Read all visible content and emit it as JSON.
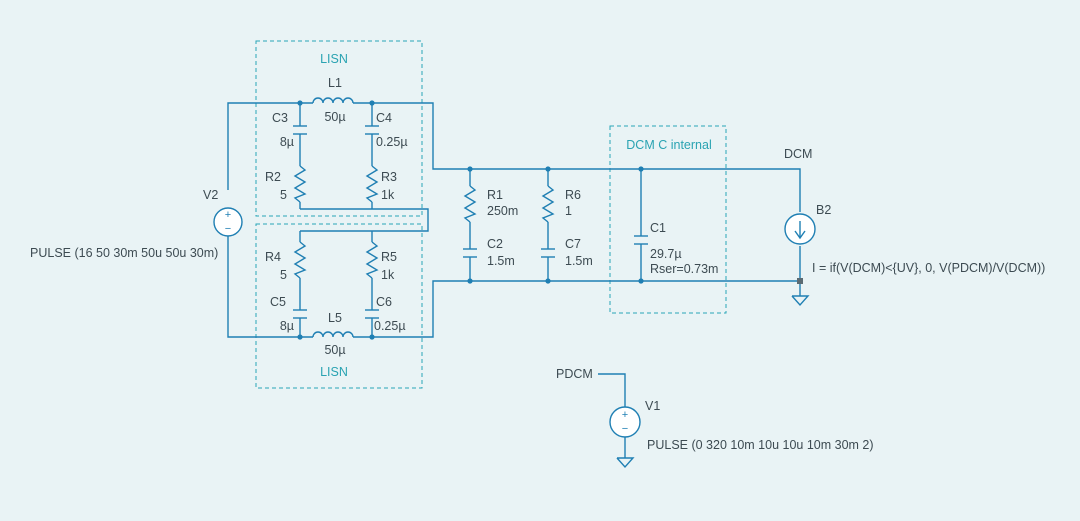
{
  "boxes": {
    "lisn_top": "LISN",
    "lisn_bottom": "LISN",
    "dcm_internal": "DCM C internal"
  },
  "components": {
    "L1": {
      "name": "L1",
      "value": "50µ"
    },
    "C3": {
      "name": "C3",
      "value": "8µ"
    },
    "C4": {
      "name": "C4",
      "value": "0.25µ"
    },
    "R2": {
      "name": "R2",
      "value": "5"
    },
    "R3": {
      "name": "R3",
      "value": "1k"
    },
    "R4": {
      "name": "R4",
      "value": "5"
    },
    "R5": {
      "name": "R5",
      "value": "1k"
    },
    "C5": {
      "name": "C5",
      "value": "8µ"
    },
    "C6": {
      "name": "C6",
      "value": "0.25µ"
    },
    "L5": {
      "name": "L5",
      "value": "50µ"
    },
    "R1": {
      "name": "R1",
      "value": "250m"
    },
    "C2": {
      "name": "C2",
      "value": "1.5m"
    },
    "R6": {
      "name": "R6",
      "value": "1"
    },
    "C7": {
      "name": "C7",
      "value": "1.5m"
    },
    "C1": {
      "name": "C1",
      "value": "29.7µ",
      "value2": "Rser=0.73m"
    },
    "V2": {
      "name": "V2",
      "value": "PULSE (16 50 30m 50u 50u 30m)"
    },
    "B2": {
      "name": "B2",
      "value": "I = if(V(DCM)<{UV}, 0, V(PDCM)/V(DCM))"
    },
    "V1": {
      "name": "V1",
      "value": "PULSE (0 320 10m 10u 10u 10m 30m 2)"
    }
  },
  "nets": {
    "dcm": "DCM",
    "pdcm": "PDCM"
  },
  "symbols": {
    "plus": "+",
    "minus": "−"
  },
  "colors": {
    "wire": "#1f7fb3",
    "box": "#29a6b8",
    "text": "#3d4b52",
    "background": "#e9f3f5"
  }
}
